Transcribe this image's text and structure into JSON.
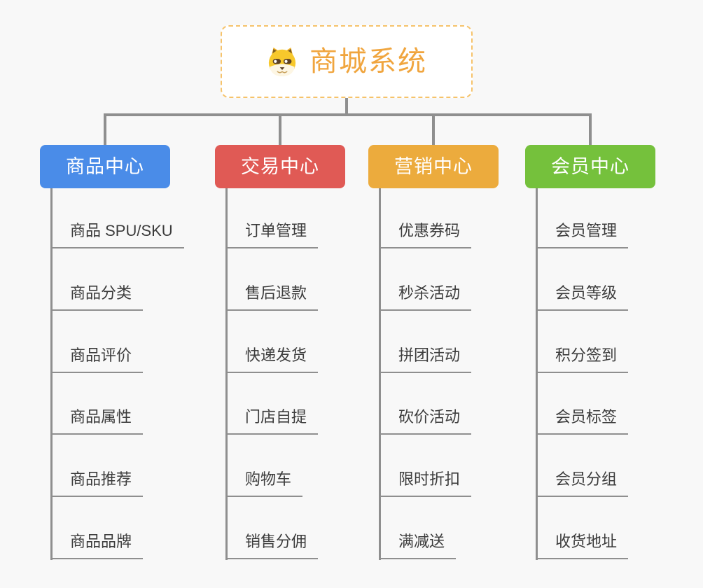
{
  "root": {
    "label": "商城系统",
    "icon": "dog-face-icon",
    "accent_color": "#f0a53e",
    "border_color": "#f6c36b"
  },
  "branches": [
    {
      "label": "商品中心",
      "color": "#4a8ce8",
      "children": [
        "商品 SPU/SKU",
        "商品分类",
        "商品评价",
        "商品属性",
        "商品推荐",
        "商品品牌"
      ]
    },
    {
      "label": "交易中心",
      "color": "#e05a55",
      "children": [
        "订单管理",
        "售后退款",
        "快递发货",
        "门店自提",
        "购物车",
        "销售分佣"
      ]
    },
    {
      "label": "营销中心",
      "color": "#ecab3d",
      "children": [
        "优惠券码",
        "秒杀活动",
        "拼团活动",
        "砍价活动",
        "限时折扣",
        "满减送"
      ]
    },
    {
      "label": "会员中心",
      "color": "#75c13c",
      "children": [
        "会员管理",
        "会员等级",
        "积分签到",
        "会员标签",
        "会员分组",
        "收货地址"
      ]
    }
  ],
  "colors": {
    "background": "#f8f8f8",
    "connector_line": "#8f8f8f",
    "leaf_text": "#3c3c3c"
  }
}
